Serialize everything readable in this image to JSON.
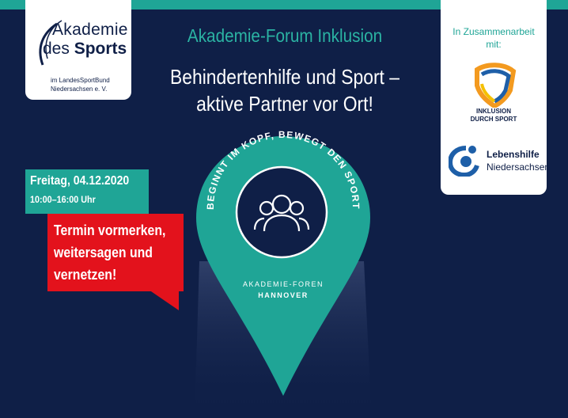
{
  "logo": {
    "line1": "Akademie",
    "line2_prefix": "des",
    "line2_bold": "Sports",
    "sub1": "im LandesSportBund",
    "sub2": "Niedersachsen e. V."
  },
  "header": {
    "forum_title": "Akademie-Forum Inklusion",
    "main_line1": "Behindertenhilfe und Sport –",
    "main_line2": "aktive Partner vor Ort!"
  },
  "partners": {
    "label_line1": "In Zusammenarbeit",
    "label_line2": "mit:",
    "ids_line1": "INKLUSION",
    "ids_line2": "DURCH SPORT",
    "lh_line1": "Lebenshilfe",
    "lh_line2": "Niedersachsen"
  },
  "event": {
    "date": "Freitag, 04.12.2020",
    "time": "10:00–16:00 Uhr"
  },
  "callout": {
    "line1": "Termin vormerken,",
    "line2": "weitersagen und",
    "line3": "vernetzen!"
  },
  "pin": {
    "ring_text": "BEGINNT IM KOPF, BEWEGT DEN SPORT",
    "sub1": "AKADEMIE-FOREN",
    "sub2": "HANNOVER",
    "icon": "people-group-icon"
  },
  "colors": {
    "background": "#0f1f47",
    "teal": "#1fa596",
    "red": "#e3121c",
    "white": "#ffffff"
  }
}
